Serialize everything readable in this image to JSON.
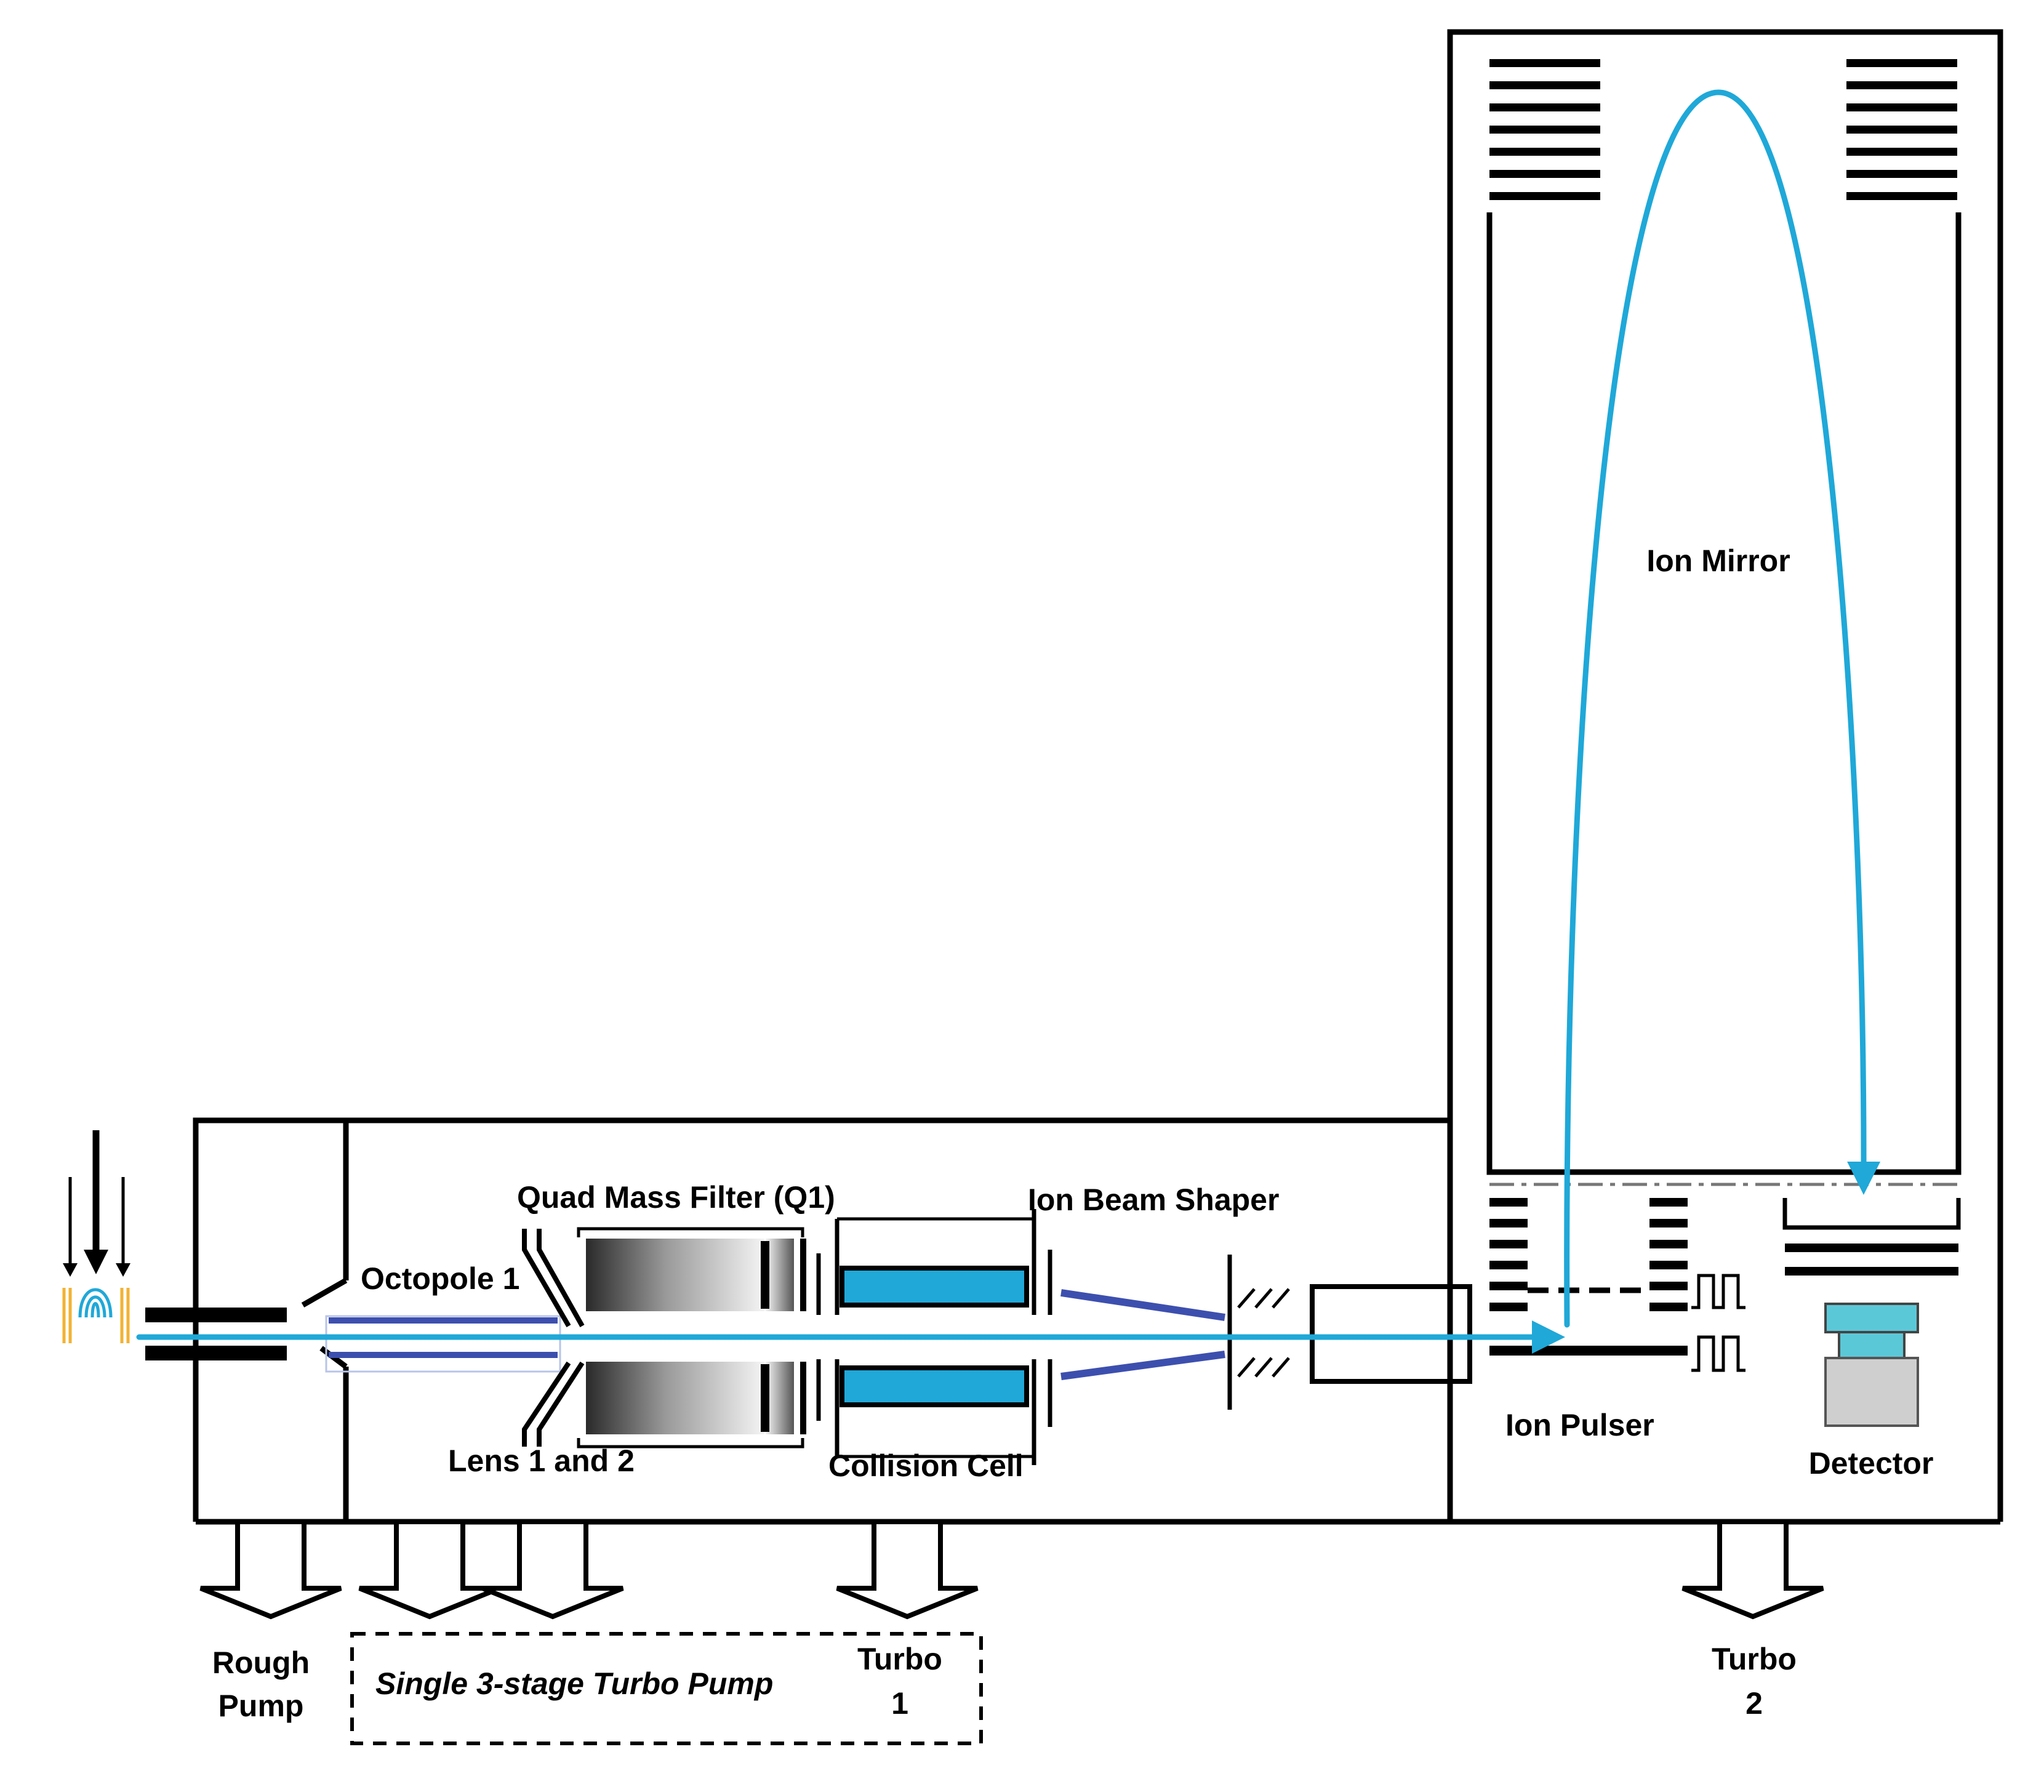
{
  "labels": {
    "ion_mirror": "Ion Mirror",
    "quad_mass_filter": "Quad Mass Filter (Q1)",
    "ion_beam_shaper": "Ion Beam Shaper",
    "octopole": "Octopole 1",
    "lens": "Lens 1 and 2",
    "collision_cell": "Collision Cell",
    "ion_pulser": "Ion Pulser",
    "detector": "Detector",
    "rough_pump_line1": "Rough",
    "rough_pump_line2": "Pump",
    "turbo_pump_note": "Single 3-stage Turbo Pump",
    "turbo1_line1": "Turbo",
    "turbo1_line2": "1",
    "turbo2_line1": "Turbo",
    "turbo2_line2": "2"
  },
  "colors": {
    "ion_path": "#1fa8d8",
    "octopole_rods": "#3d4fae",
    "collision_cell_fill": "#1fa8d8",
    "detector_top": "#5bc8d8",
    "detector_body": "#cfcfcf",
    "emitter_needles": "#f2b233",
    "outline": "#000000"
  },
  "icons": {
    "spray_source": "electrospray-emitter-icon",
    "detector": "detector-icon"
  }
}
